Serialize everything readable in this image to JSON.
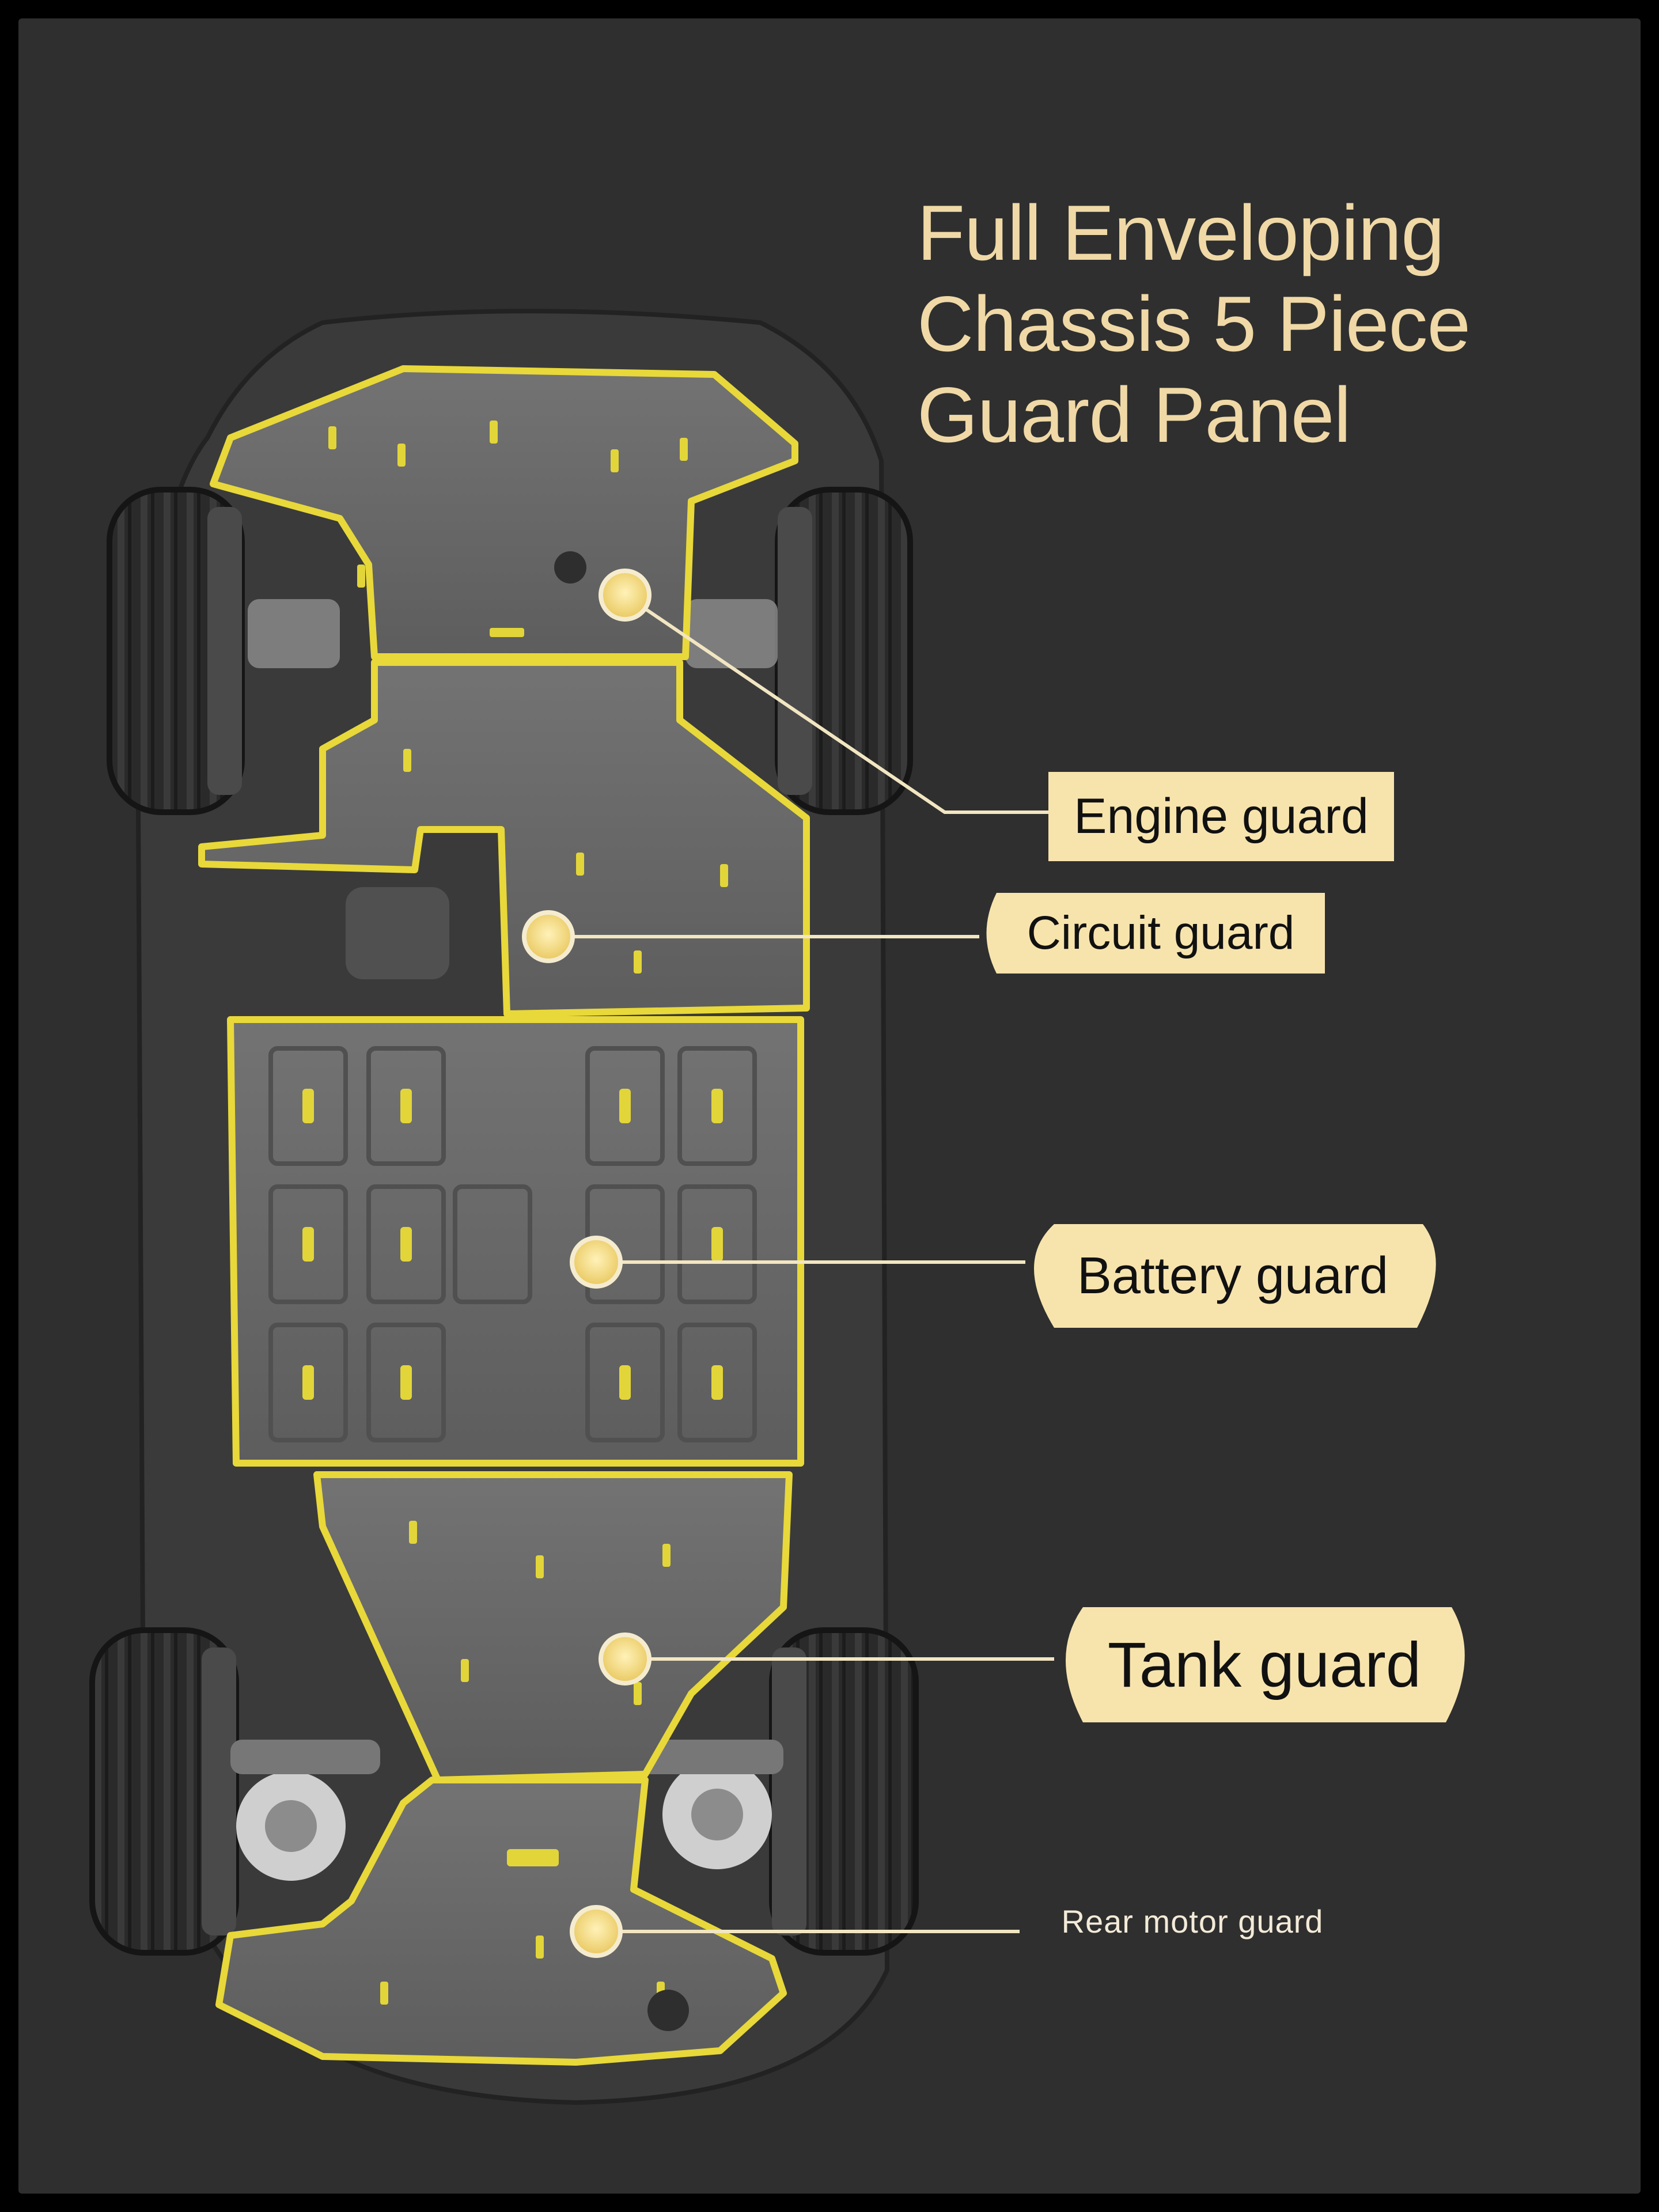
{
  "title": {
    "line1": "Full Enveloping",
    "line2": "Chassis 5 Piece",
    "line3": "Guard Panel"
  },
  "callouts": {
    "engine": "Engine guard",
    "circuit": "Circuit guard",
    "battery": "Battery guard",
    "tank": "Tank guard",
    "rear_motor": "Rear motor guard"
  },
  "colors": {
    "background": "#2f2f2f",
    "outline_yellow": "#e8d83a",
    "label_fill": "#f7e4ad",
    "title_text": "#f0d9a6",
    "panel_gray": "#6b6b6b"
  }
}
